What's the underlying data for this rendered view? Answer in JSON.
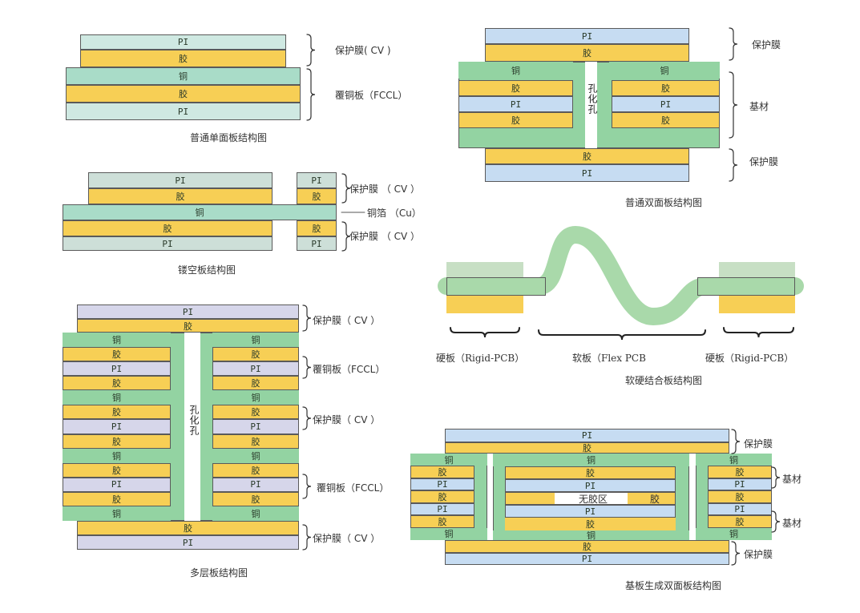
{
  "materials": {
    "pi": "PI",
    "glue": "胶",
    "cu": "铜"
  },
  "colors": {
    "glue": "#f7cf55",
    "pi_teal": "#cfe9e2",
    "cu_teal": "#a9dcc8",
    "pi_blue": "#c6dcf2",
    "cu_green": "#93d3a2",
    "pi_lavender": "#d6d6ea",
    "flex_green": "#a9d9aa"
  },
  "single_sided": {
    "title": "普通单面板结构图",
    "coverlay_label": "保护膜( CV )",
    "fccl_label": "覆铜板（FCCL）"
  },
  "hollow": {
    "title": "镂空板结构图",
    "coverlay_top_label": "保护膜 （ CV ）",
    "copper_foil_label": "铜箔 （Cu）",
    "coverlay_bottom_label": "保护膜 （ CV ）"
  },
  "multilayer": {
    "title": "多层板结构图",
    "hole_label": "孔化孔",
    "labels": [
      "保护膜（ CV ）",
      "覆铜板（FCCL）",
      "保护膜（ CV ）",
      "覆铜板（FCCL）",
      "保护膜（ CV ）"
    ]
  },
  "double_sided": {
    "title": "普通双面板结构图",
    "hole_label": "孔化孔",
    "coverlay_top_label": "保护膜",
    "substrate_label": "基材",
    "coverlay_bottom_label": "保护膜"
  },
  "rigid_flex": {
    "title": "软硬结合板结构图",
    "rigid_left_label": "硬板（Rigid-PCB）",
    "flex_label": "软板（Flex PCB",
    "rigid_right_label": "硬板（Rigid-PCB）"
  },
  "substrate_double": {
    "title": "基板生成双面板结构图",
    "no_glue_label": "无胶区",
    "coverlay_top_label": "保护膜",
    "substrate_label_1": "基材",
    "substrate_label_2": "基材",
    "coverlay_bottom_label": "保护膜"
  }
}
